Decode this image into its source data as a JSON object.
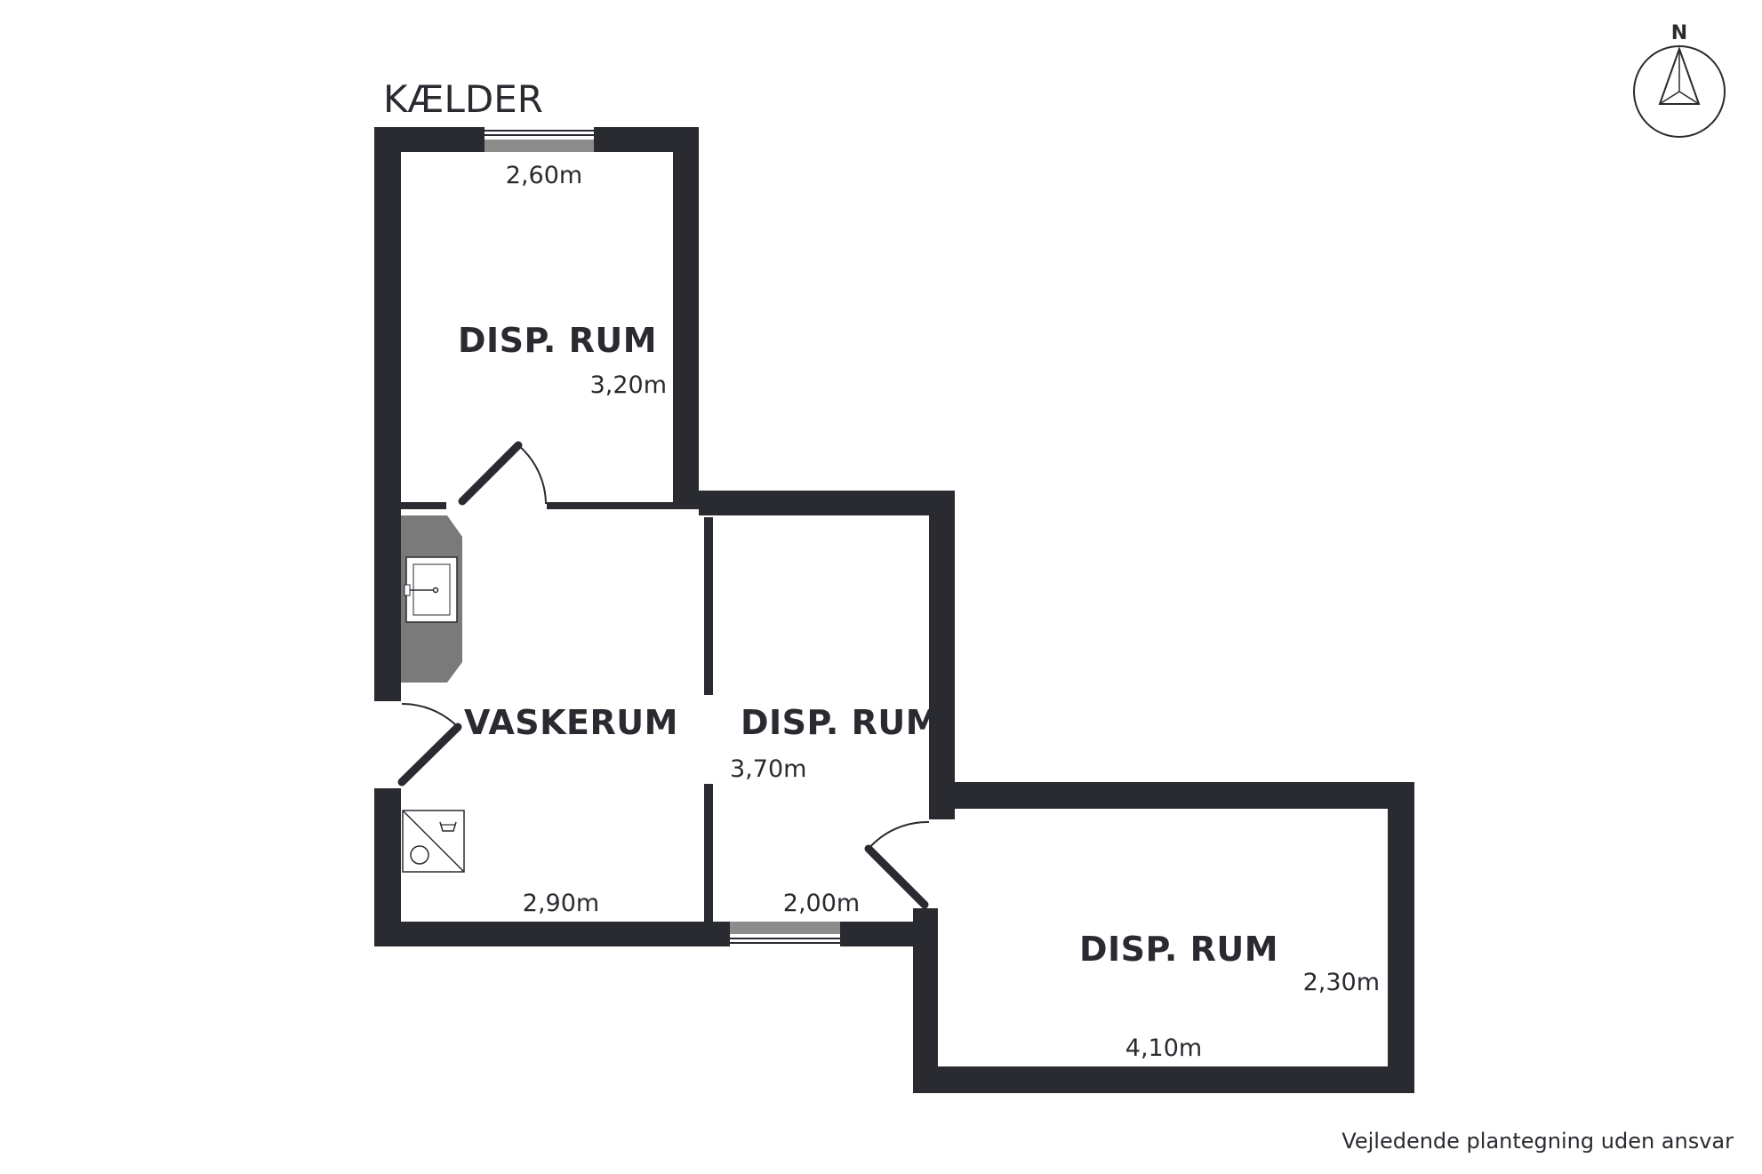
{
  "floor": {
    "label": "KÆLDER"
  },
  "compass": {
    "north": "N",
    "icon": "compass-icon"
  },
  "rooms": [
    {
      "id": "disp-rum-1",
      "label": "DISP. RUM",
      "width": "2,60m",
      "depth": "3,20m"
    },
    {
      "id": "vaskerum",
      "label": "VASKERUM",
      "width": "2,90m"
    },
    {
      "id": "disp-rum-2",
      "label": "DISP. RUM",
      "width": "2,00m",
      "depth": "3,70m"
    },
    {
      "id": "disp-rum-3",
      "label": "DISP. RUM",
      "width": "4,10m",
      "depth": "2,30m"
    }
  ],
  "fixtures": [
    "sink-icon",
    "washing-machine-icon",
    "door-icon",
    "window-icon"
  ],
  "disclaimer": "Vejledende plantegning uden ansvar",
  "colors": {
    "wall": "#2a2b30",
    "counter": "#7a7a7a",
    "window": "#8c8c8c",
    "background": "#ffffff"
  }
}
